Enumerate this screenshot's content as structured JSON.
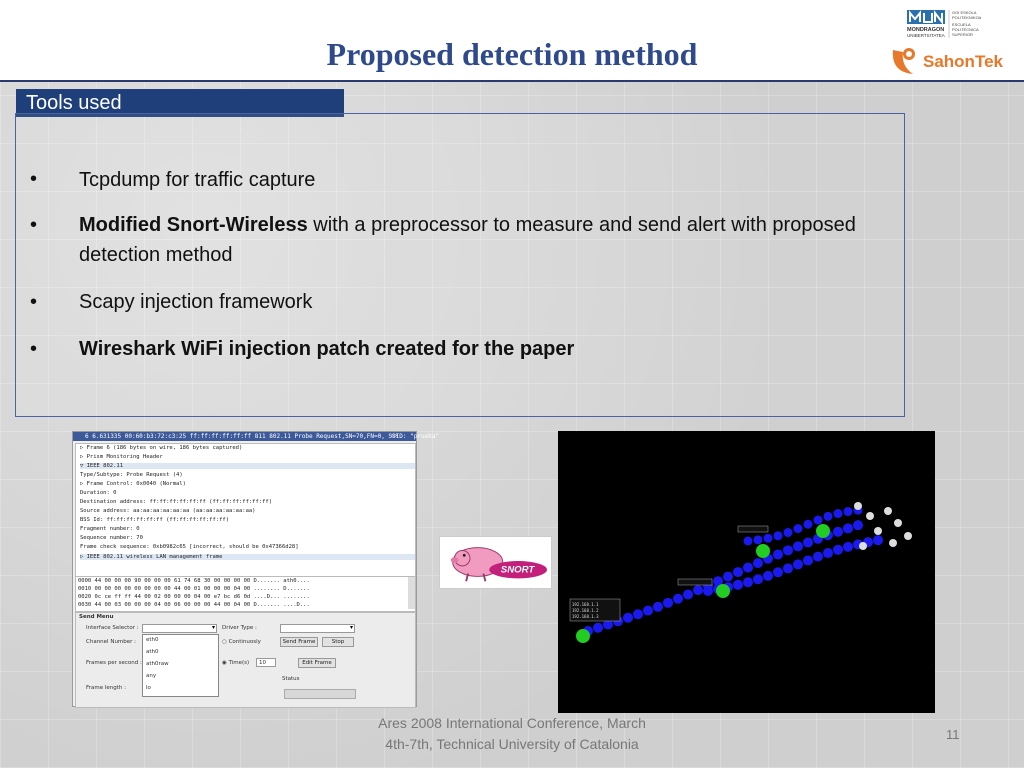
{
  "slide": {
    "title": "Proposed detection method",
    "section_tab": "Tools used",
    "page_number": "11",
    "footer_line1": "Ares 2008 International Conference, March",
    "footer_line2": "4th-7th, Technical University of Catalonia"
  },
  "logos": {
    "mu_line1": "GOI ESKOLA",
    "mu_line2": "POLITEKNIKOA",
    "mu_line3": "MONDRAGON",
    "mu_line4": "UNIBERTSITATEA",
    "mu_line5": "ESCUELA",
    "mu_line6": "POLITÉCNICA",
    "mu_line7": "SUPERIOR",
    "sahon_text": "SahonTek",
    "snort_text": "SNORT"
  },
  "bullets": [
    {
      "marker": "•",
      "bold": "",
      "text": "Tcpdump for traffic capture"
    },
    {
      "marker": "•",
      "bold": "Modified Snort-Wireless",
      "text": " with a preprocessor to measure and send alert with proposed detection method"
    },
    {
      "marker": "•",
      "bold": "",
      "text": " Scapy injection framework"
    },
    {
      "marker": "•",
      "bold": "Wireshark WiFi injection patch created for the paper",
      "text": ""
    }
  ],
  "wireshark": {
    "title": "6 6.631335 00:60:b3:72:c3:25 ff:ff:ff:ff:ff:ff 811 802.11 Probe Request,SN=70,FN=0, SSID: \"prueba\"",
    "tree": [
      "▷ Frame 6 (186 bytes on wire, 186 bytes captured)",
      "▷ Prism Monitoring Header",
      "▽ IEEE 802.11",
      "    Type/Subtype: Probe Request (4)",
      "  ▷ Frame Control: 0x0040 (Normal)",
      "    Duration: 0",
      "    Destination address: ff:ff:ff:ff:ff:ff (ff:ff:ff:ff:ff:ff)",
      "    Source address: aa:aa:aa:aa:aa:aa (aa:aa:aa:aa:aa:aa)",
      "    BSS Id: ff:ff:ff:ff:ff:ff (ff:ff:ff:ff:ff:ff)",
      "    Fragment number: 0",
      "    Sequence number: 70",
      "    Frame check sequence: 0xb0982c65 [incorrect, should be 0x47366d28]",
      "▷ IEEE 802.11 wireless LAN management frame"
    ],
    "hex": [
      "0000  44 00 00 00 90 00 00 00  61 74 68 30 00 00 00 00   D....... ath0....",
      "0010  00 00 00 00 00 00 00 00  44 00 01 00 00 00 04 00   ........ D.......",
      "0020  0c ce ff ff 44 00 02 00  00 00 04 00 e7 bc d6 0d   ....D... ........",
      "0030  44 00 03 00 00 00 04 00  06 00 00 00 44 00 04 00   D....... ....D..."
    ],
    "send_menu_label": "Send Menu",
    "interface_selector": "Interface Selector :",
    "driver_type": "Driver Type :",
    "channel_number": "Channel Number :",
    "continuously": "Continuosly",
    "send_frame": "Send Frame",
    "stop": "Stop",
    "frames_per_second": "Frames per second :",
    "times": "Time(s)",
    "times_value": "10",
    "edit_frame": "Edit Frame",
    "status": "Status",
    "frame_length": "Frame length :",
    "interfaces": [
      "eth0",
      "ath0",
      "ath0raw",
      "any",
      "lo"
    ]
  },
  "graph": {
    "labels": [
      "192.168.1.1",
      "192.168.1.2",
      "192.168.1.3"
    ]
  },
  "colors": {
    "title": "#2e4a8c",
    "tab_bg": "#1f3f7a",
    "box_border": "#4a64a0",
    "graph_node_blue": "#1a1aee",
    "graph_node_green": "#22cc22"
  }
}
